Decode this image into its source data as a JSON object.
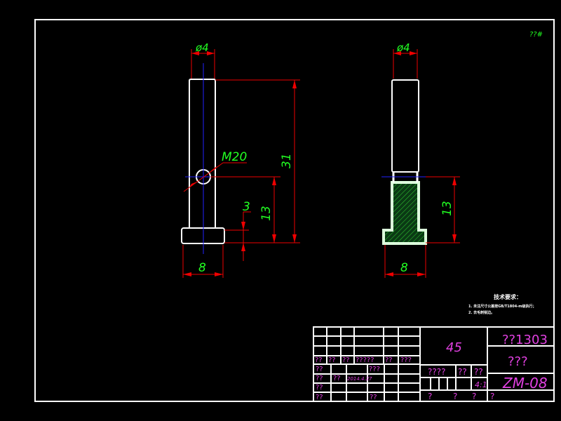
{
  "corner_note": "??#",
  "front_view": {
    "dims": {
      "top_dia": "ø4",
      "thread": "M20",
      "length": "31",
      "hole_height": "13",
      "head_thickness": "3",
      "head_width": "8"
    }
  },
  "section_view": {
    "dims": {
      "top_dia": "ø4",
      "neck_height": "13",
      "head_width": "8"
    }
  },
  "tech_req": {
    "title": "技术要求：",
    "items": [
      "1. 未注尺寸公差按GB/T1804-m级执行；",
      "2. 去毛刺锐边。"
    ]
  },
  "title_block": {
    "material": "45",
    "code": "??1303",
    "name": "???",
    "drawing_no": "ZM-08",
    "scale": "4:1",
    "sig_row": [
      "??",
      "??",
      "??",
      "?????",
      "??",
      "???"
    ],
    "left_col": [
      "??",
      "??",
      "??",
      "??"
    ],
    "designer": "??",
    "date": "2014.4.27",
    "std": "???",
    "approve": "??",
    "stage_labels": [
      "????",
      "??",
      "??"
    ],
    "sheet_labels": [
      "?",
      "?",
      "?",
      "?"
    ],
    "colors": {
      "frame": "#ffffff",
      "dimension": "#ee0000",
      "dim_text": "#22ff22",
      "title_text": "#e040e0",
      "centerline": "#2222ff"
    }
  }
}
